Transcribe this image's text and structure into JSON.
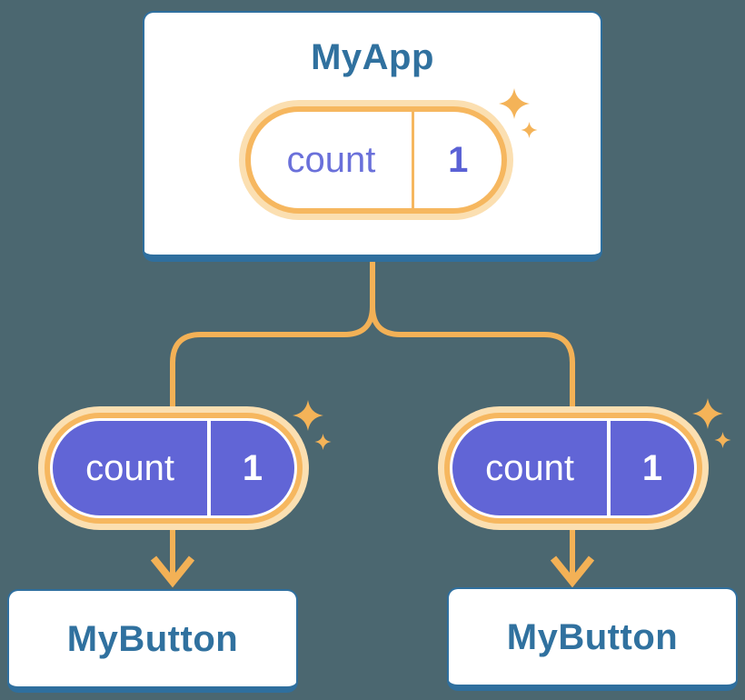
{
  "diagram": {
    "root": {
      "title": "MyApp",
      "state": {
        "name": "count",
        "value": "1"
      }
    },
    "children": [
      {
        "title": "MyButton",
        "state": {
          "name": "count",
          "value": "1"
        }
      },
      {
        "title": "MyButton",
        "state": {
          "name": "count",
          "value": "1"
        }
      }
    ],
    "colors": {
      "page_bg": "#4b6770",
      "card_border": "#2f6f9e",
      "card_text": "#30719f",
      "pill_halo": "#fbdfb1",
      "pill_ring": "#f6b75f",
      "pill_fill_purple": "#6165d6",
      "state_text_purple": "#6a70da",
      "connector": "#f3b156",
      "sparkle": "#f4b358"
    }
  }
}
